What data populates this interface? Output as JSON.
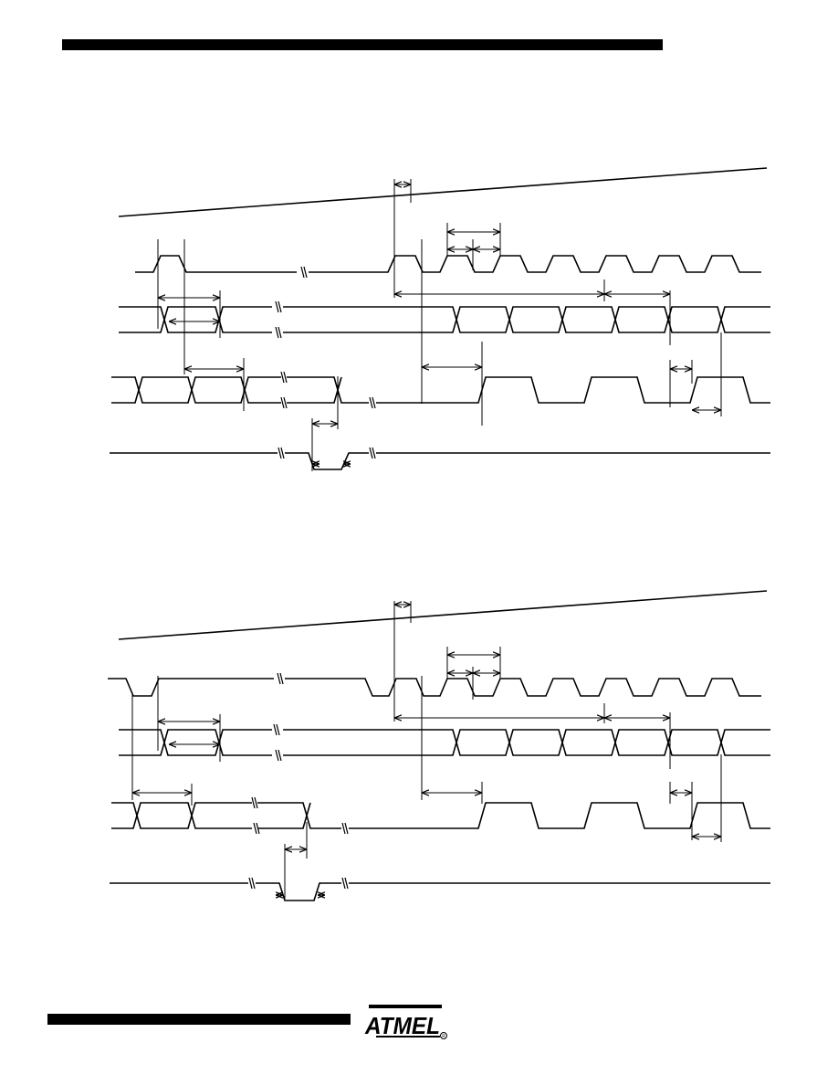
{
  "header": {
    "bar_color": "#000000"
  },
  "footer": {
    "bar_color": "#000000"
  },
  "logo": {
    "text": "ATMEL",
    "registered_mark": "®",
    "color": "#000000"
  },
  "diagrams": [
    {
      "id": "timing-diagram-1",
      "line_color": "#000000"
    },
    {
      "id": "timing-diagram-2",
      "line_color": "#000000"
    }
  ]
}
